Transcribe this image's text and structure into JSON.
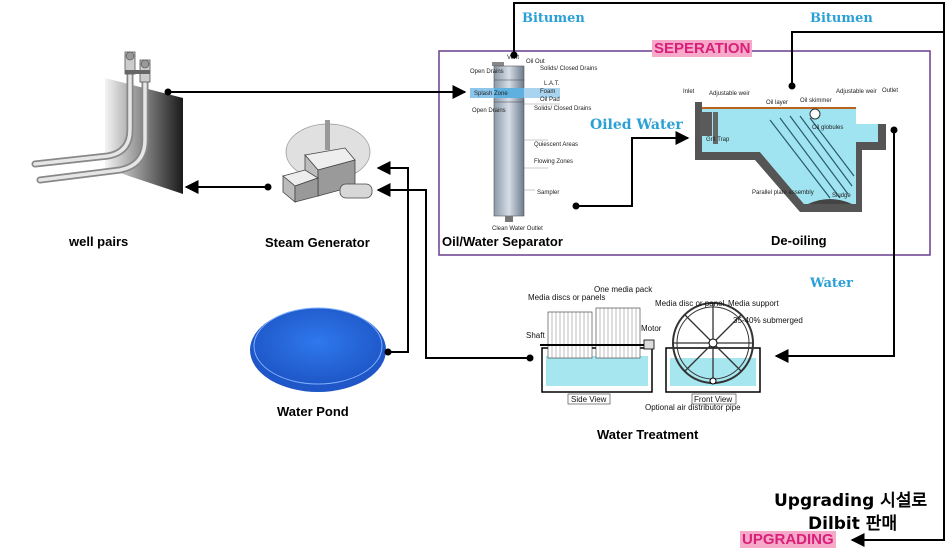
{
  "flows": {
    "bitumen_left": "Bitumen",
    "bitumen_right": "Bitumen",
    "oiled_water": "Oiled Water",
    "water": "Water"
  },
  "tags": {
    "separation": "SEPERATION",
    "upgrading": "UPGRADING"
  },
  "components": {
    "well_pairs": "well pairs",
    "steam_generator": "Steam Generator",
    "oil_water_separator": "Oil/Water Separator",
    "de_oiling": "De-oiling",
    "water_pond": "Water Pond",
    "water_treatment": "Water Treatment"
  },
  "upgrading_note": {
    "line1": "Upgrading 시설로",
    "line2": "Dilbit 판매"
  },
  "separator_labels": {
    "vent": "Vent",
    "oil_out": "Oil Out",
    "solids_closed_drains_top": "Solids/ Closed Drains",
    "open_drains": "Open Drains",
    "lat": "L.A.T.",
    "splash_zone": "Splash Zone",
    "foam": "Foam",
    "oil_pad": "Oil Pad",
    "solids_closed_drains_mid": "Solids/ Closed Drains",
    "open_drains_2": "Open Drains",
    "quiescent": "Quiescent Areas",
    "flowing": "Flowing Zones",
    "sampler": "Sampler",
    "clean_water_outlet": "Clean Water Outlet"
  },
  "deoiling_labels": {
    "inlet": "Inlet",
    "adjustable_weir_left": "Adjustable weir",
    "oil_layer": "Oil layer",
    "oil_skimmer": "Oil skimmer",
    "adjustable_weir_right": "Adjustable weir",
    "outlet": "Outlet",
    "grit_trap": "Grit Trap",
    "oil_globules": "Oil globules",
    "sludge": "Sludge",
    "parallel_plate": "Parallel plate assembly"
  },
  "treatment_labels": {
    "media_discs": "Media discs or panels",
    "one_media_pack": "One media pack",
    "shaft": "Shaft",
    "motor": "Motor",
    "media_disc_panel": "Media disc or panel",
    "media_support": "Media support",
    "submerged": "35-40% submerged",
    "side_view": "Side View",
    "front_view": "Front View",
    "optional_air": "Optional air distributor pipe"
  },
  "colors": {
    "flow_label": "#2aa0d6",
    "tag_text": "#d8207a",
    "tag_bg": "#f6a9c9",
    "separation_box": "#6a3d8f",
    "pond_blue": "#2d6fe0",
    "water_fill": "#7fd4e8"
  }
}
